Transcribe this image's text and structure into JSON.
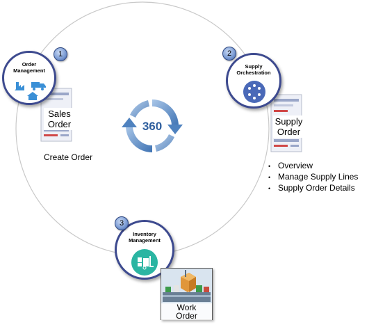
{
  "nodes": [
    {
      "number": "1",
      "title_line1": "Order",
      "title_line2": "Management"
    },
    {
      "number": "2",
      "title_line1": "Supply",
      "title_line2": "Orchestration"
    },
    {
      "number": "3",
      "title_line1": "Inventory",
      "title_line2": "Management"
    }
  ],
  "center_label": "360",
  "documents": {
    "sales_line1": "Sales",
    "sales_line2": "Order",
    "supply_line1": "Supply",
    "supply_line2": "Order",
    "work_line1": "Work",
    "work_line2": "Order"
  },
  "create_order_caption": "Create Order",
  "supply_actions": [
    "Overview",
    "Manage Supply Lines",
    "Supply Order Details"
  ],
  "icons": {
    "order_management": "factory-truck-house-icon",
    "supply_orchestration": "orchestration-dots-icon",
    "inventory_management": "forklift-icon",
    "sales_order": "document-icon",
    "supply_order": "document-icon",
    "work_order": "assembly-line-icon",
    "center": "360-cycle-arrows-icon"
  },
  "colors": {
    "node_border": "#3d4a8f",
    "ring": "#c9c9c9",
    "supply_icon": "#4a69b8",
    "inventory_icon": "#2bb5a2",
    "cycle_arrows": "#5f8fc4"
  }
}
